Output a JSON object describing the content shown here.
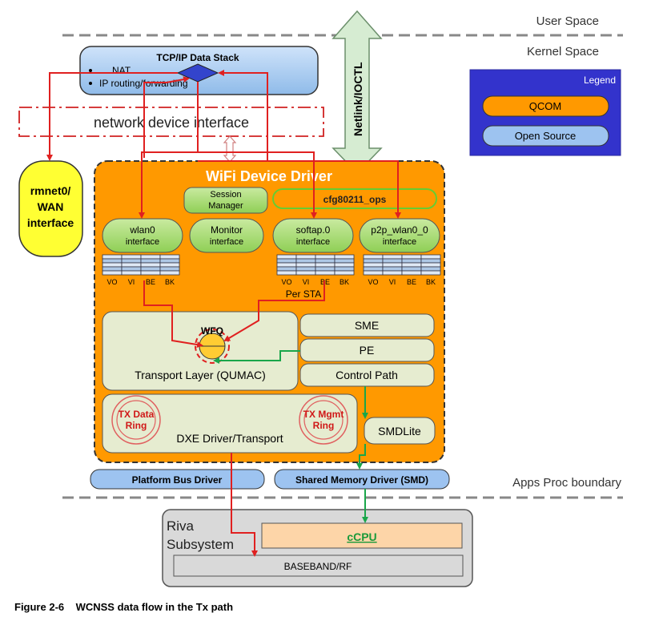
{
  "regions": {
    "user_space": "User Space",
    "kernel_space": "Kernel Space",
    "apps_proc_boundary": "Apps Proc boundary"
  },
  "tcpip": {
    "title": "TCP/IP Data Stack",
    "bullets": [
      "NAT",
      "IP routing/forwarding"
    ]
  },
  "netlink": "Netlink/IOCTL",
  "network_device_interface": "network device interface",
  "rmnet": [
    "rmnet0/",
    "WAN",
    "interface"
  ],
  "legend": {
    "title": "Legend",
    "qcom": "QCOM",
    "open_source": "Open Source"
  },
  "wifi_driver": {
    "title": "WiFi Device Driver",
    "session_manager": [
      "Session",
      "Manager"
    ],
    "cfg80211_ops": "cfg80211_ops",
    "wlan0": [
      "wlan0",
      "interface"
    ],
    "monitor": [
      "Monitor",
      "interface"
    ],
    "softap": [
      "softap.0",
      "interface"
    ],
    "p2p": [
      "p2p_wlan0_0",
      "interface"
    ],
    "ac_labels": [
      "VO",
      "VI",
      "BE",
      "BK"
    ],
    "per_sta": "Per STA",
    "wfq": "WFQ",
    "transport_layer": "Transport Layer (QUMAC)",
    "sme": "SME",
    "pe": "PE",
    "control_path": "Control Path",
    "tx_data_ring": [
      "TX Data",
      "Ring"
    ],
    "tx_mgmt_ring": [
      "TX Mgmt",
      "Ring"
    ],
    "dxe": "DXE Driver/Transport",
    "smdlite": "SMDLite"
  },
  "platform_bus_driver": "Platform Bus Driver",
  "smd": "Shared Memory Driver (SMD)",
  "riva": {
    "title": [
      "Riva",
      "Subsystem"
    ],
    "ccpu": "cCPU",
    "baseband": "BASEBAND/RF"
  },
  "caption": "Figure 2-6    WCNSS data flow in the Tx path",
  "colors": {
    "qcom": "#ff9900",
    "open_source": "#9dc3f0",
    "green_box": "#a6d66e",
    "legend_bg": "#3333cc",
    "red_arrow": "#e02020",
    "green_arrow": "#1aa64a"
  }
}
